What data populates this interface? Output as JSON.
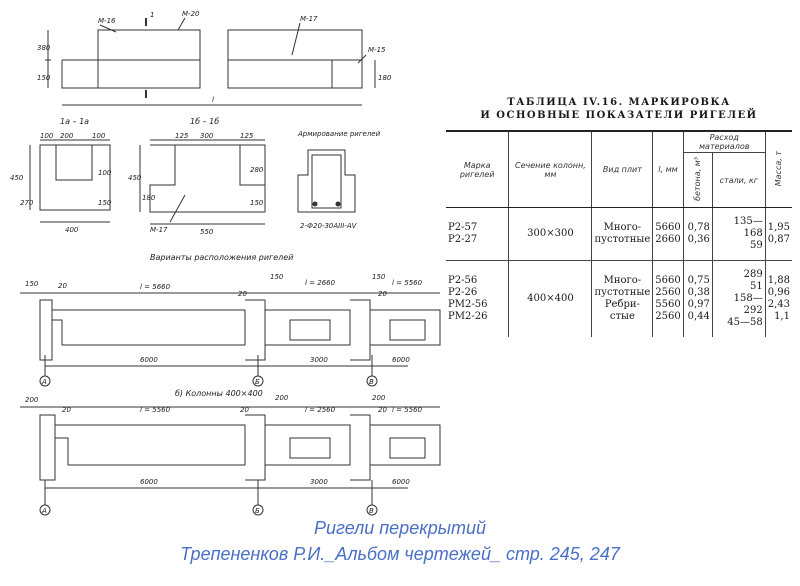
{
  "drawing": {
    "labels": {
      "m16": "М-16",
      "m20": "М-20",
      "m17": "М-17",
      "m15": "М-15",
      "m17b": "М-17",
      "dim380": "380",
      "dim150": "150",
      "dim180": "180",
      "dimL": "l",
      "sect1": "1",
      "sec_1a": "1а – 1а",
      "sec_1b": "1б – 1б",
      "armir": "Армирование ригелей",
      "d100a": "100",
      "d200": "200",
      "d100b": "100",
      "d400": "400",
      "d450": "450",
      "d270": "270",
      "d100c": "100",
      "d150b": "150",
      "d125a": "125",
      "d300": "300",
      "d125b": "125",
      "d550": "550",
      "d450b": "450",
      "d180": "180",
      "d280": "280",
      "d150c": "150",
      "rebar": "2-Ф20-30АIII-АV",
      "variants": "Варианты расположения ригелей",
      "l5660": "l = 5660",
      "l2660": "l = 2660",
      "l5560": "l = 5560",
      "l2560": "l = 2560",
      "l5560b": "l = 5560",
      "d6000": "6000",
      "d3000": "3000",
      "d6000b": "6000",
      "d150d": "150",
      "d20": "20",
      "d20b": "20",
      "d150e": "150",
      "d20c": "20",
      "d150f": "150",
      "d20d": "20",
      "d200b": "200",
      "d20e": "20",
      "d200c": "200",
      "d20f": "20",
      "d200d": "200",
      "d20g": "20",
      "axisA": "А",
      "axisB": "Б",
      "axisV": "В",
      "axisA2": "А",
      "axisB2": "Б",
      "axisV2": "В",
      "col400": "б) Колонны 400×400"
    }
  },
  "table": {
    "title_line1": "ТАБЛИЦА IV.16. МАРКИРОВКА",
    "title_line2": "И ОСНОВНЫЕ ПОКАЗАТЕЛИ РИГЕЛЕЙ",
    "headers": {
      "mark": "Марка ригелей",
      "section": "Сечение колонн, мм",
      "slab": "Вид плит",
      "length": "l, мм",
      "consumption": "Расход материалов",
      "concrete": "бетона, м³",
      "steel": "стали, кг",
      "mass": "Масса, т"
    },
    "groups": [
      {
        "marks": "Р2-57\nР2-27",
        "section": "300×300",
        "slab": "Много-\nпустотные",
        "length": "5660\n2660",
        "concrete": "0,78\n0,36",
        "steel": "135—168\n59",
        "mass": "1,95\n0,87"
      },
      {
        "marks": "Р2-56\nР2-26\nРМ2-56\nРМ2-26",
        "section": "400×400",
        "slab": "Много-\nпустотные\nРебри-\nстые",
        "length": "5660\n2560\n5560\n2560",
        "concrete": "0,75\n0,38\n0,97\n0,44",
        "steel": "289\n51\n158—292\n45—58",
        "mass": "1,88\n0,96\n2,43\n1,1"
      }
    ]
  },
  "caption": {
    "line1": "Ригели перекрытий",
    "line2": "Трепененков Р.И._Альбом чертежей_ стр. 245, 247"
  }
}
